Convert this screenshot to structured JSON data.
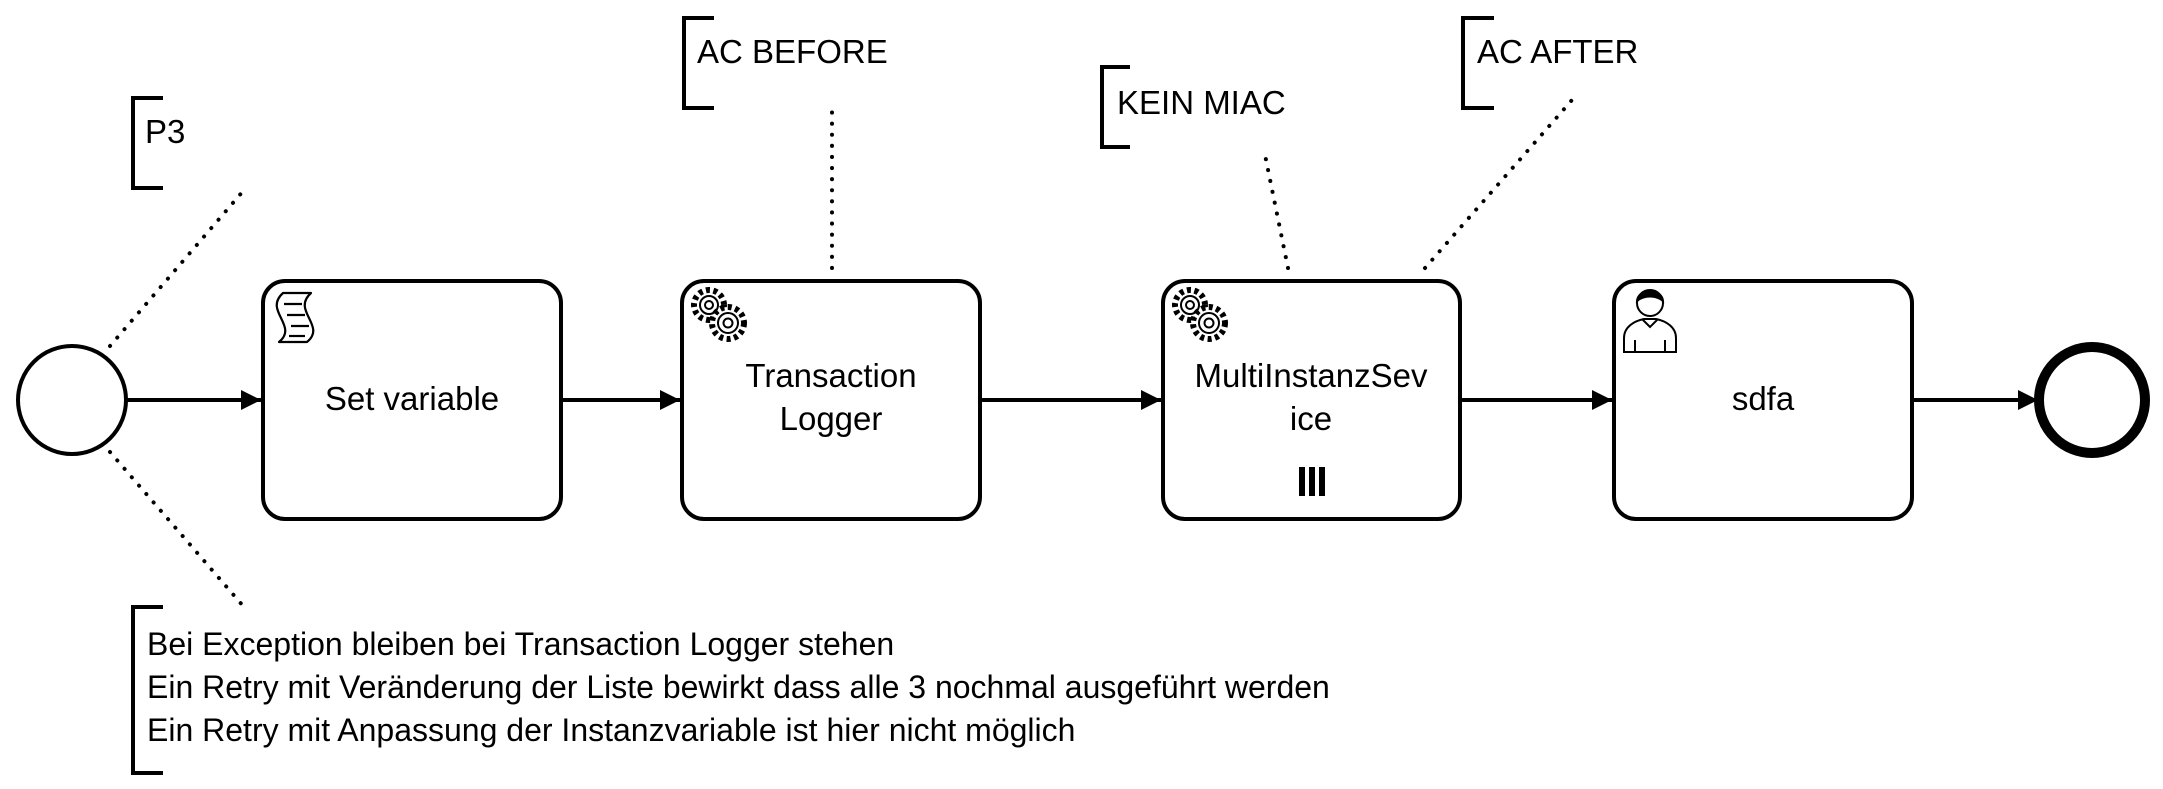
{
  "events": {
    "start": {
      "label": ""
    },
    "end": {
      "label": ""
    }
  },
  "tasks": [
    {
      "id": "task-set-variable",
      "type": "script",
      "icon": "script-icon",
      "lines": [
        "Set variable"
      ],
      "marker": ""
    },
    {
      "id": "task-transaction-logger",
      "type": "service",
      "icon": "gears-icon",
      "lines": [
        "Transaction",
        "Logger"
      ],
      "marker": ""
    },
    {
      "id": "task-multi-instance-service",
      "type": "service",
      "icon": "gears-icon",
      "lines": [
        "MultiInstanzSev",
        "ice"
      ],
      "marker": "parallel-multi-instance-icon"
    },
    {
      "id": "task-sdfa",
      "type": "user",
      "icon": "user-icon",
      "lines": [
        "sdfa"
      ],
      "marker": ""
    }
  ],
  "annotations": {
    "p3": {
      "lines": [
        "P3"
      ]
    },
    "ac_before": {
      "lines": [
        "AC BEFORE"
      ]
    },
    "kein_miac": {
      "lines": [
        "KEIN MIAC"
      ]
    },
    "ac_after": {
      "lines": [
        "AC AFTER"
      ]
    },
    "exception_note": {
      "lines": [
        "Bei Exception bleiben bei Transaction Logger stehen",
        "Ein Retry mit Veränderung der Liste bewirkt dass alle 3 nochmal ausgeführt werden",
        "Ein Retry mit Anpassung der Instanzvariable ist hier nicht möglich"
      ]
    }
  },
  "colors": {
    "stroke": "#000000",
    "fill": "#ffffff"
  }
}
